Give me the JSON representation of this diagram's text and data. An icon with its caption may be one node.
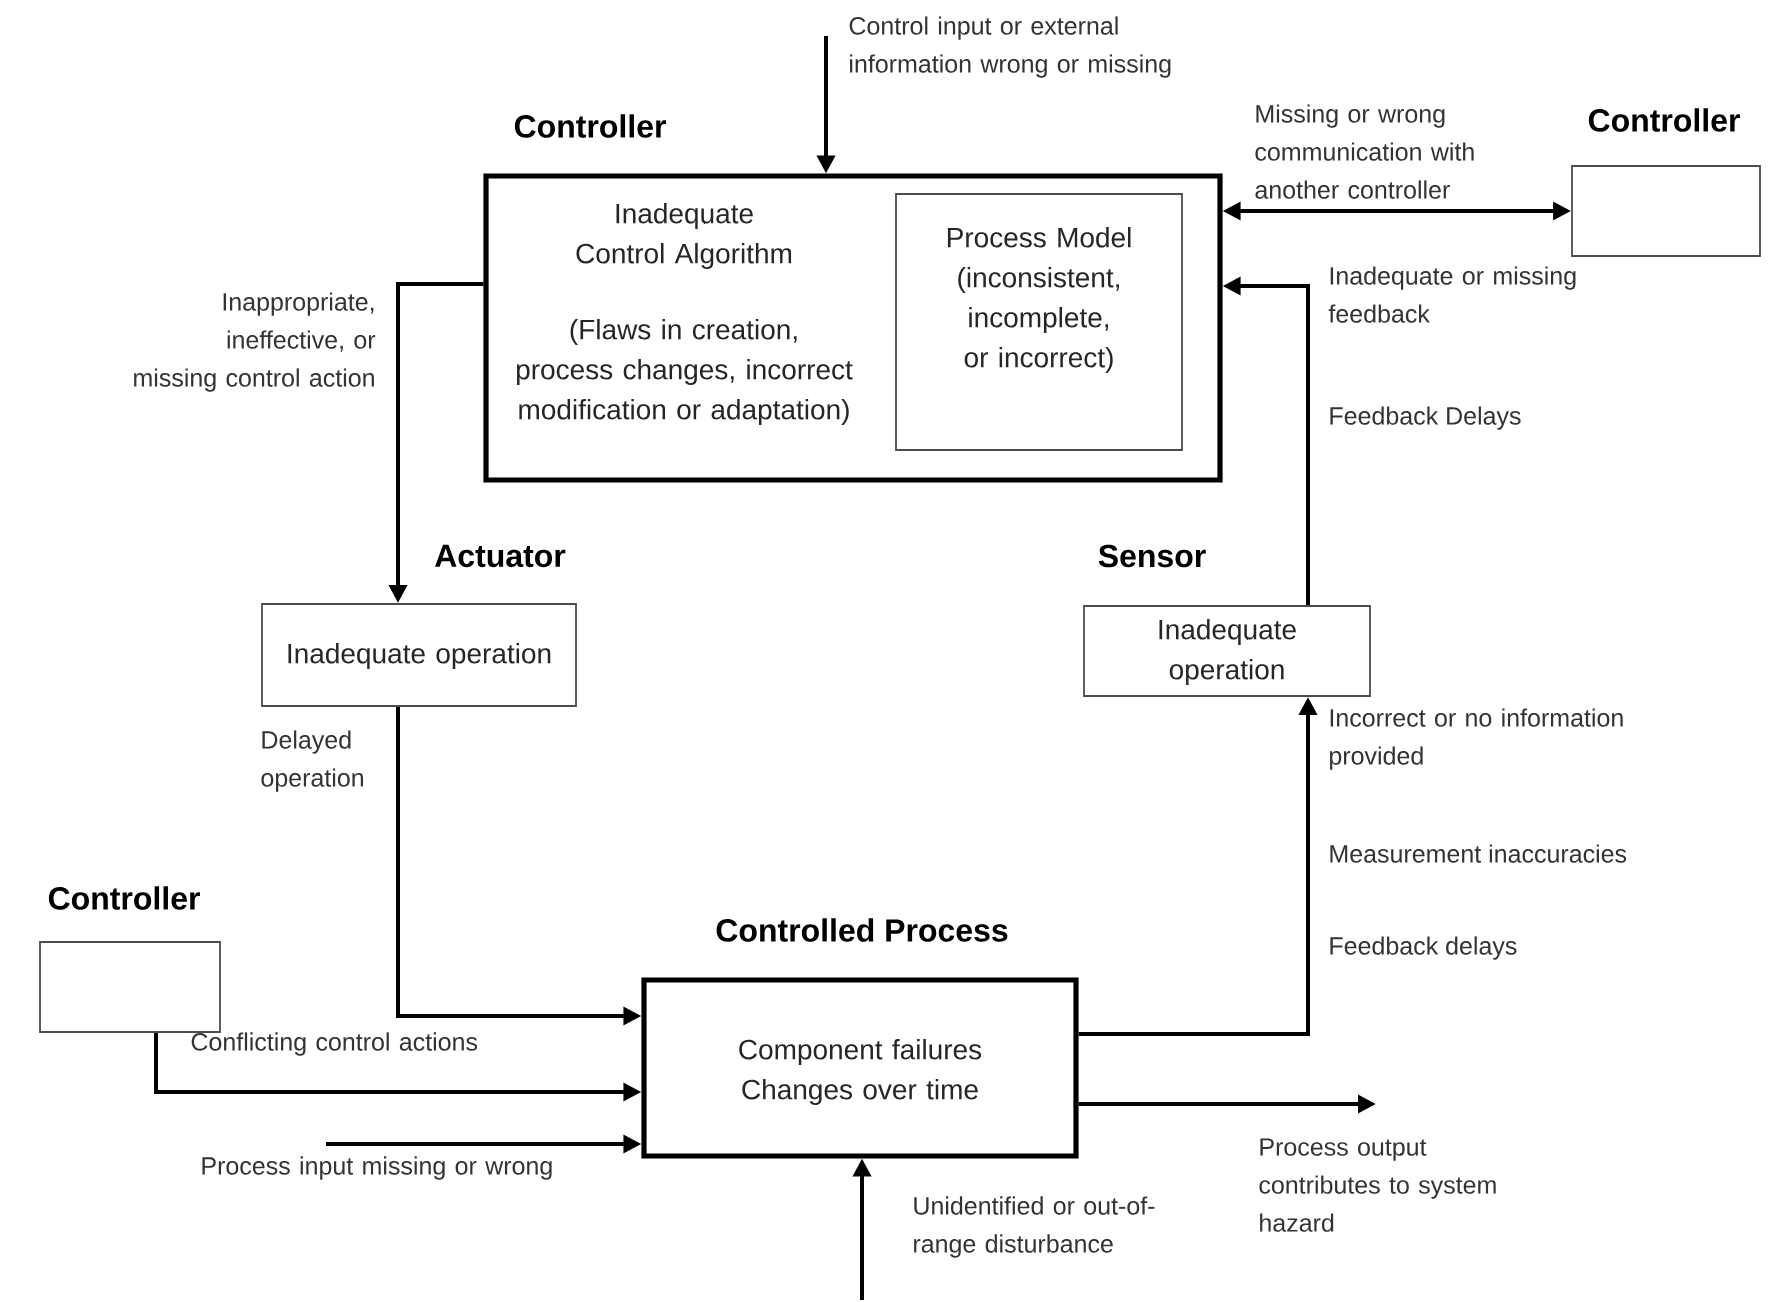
{
  "diagram": {
    "nodes": [
      {
        "text": [
          "Controller",
          "Inadequate Control Algorithm",
          "(Flaws in creation, process changes, incorrect modification or adaptation)"
        ]
      },
      {
        "text": [
          "Process Model (inconsistent, incomplete, or incorrect)"
        ],
        "in": 0
      },
      {
        "text": [
          "Controller"
        ]
      },
      {
        "text": [
          "Actuator",
          "Inadequate operation"
        ]
      },
      {
        "text": [
          "Sensor",
          "Inadequate operation"
        ]
      },
      {
        "text": [
          "Controller"
        ]
      },
      {
        "text": [
          "Controlled Process",
          "Component failures Changes over time"
        ]
      }
    ],
    "edges": [
      {
        "from": null,
        "to": 0,
        "arrow": "to",
        "label": "Control input or external information wrong or missing"
      },
      {
        "from": 0,
        "to": 2,
        "arrow": "both",
        "label": "Missing or wrong communication with another controller"
      },
      {
        "from": 4,
        "to": 0,
        "arrow": "to",
        "label": "Inadequate or missing feedback"
      },
      {
        "from": 0,
        "to": 3,
        "arrow": "to",
        "label": "Inappropriate, ineffective, or missing control action"
      },
      {
        "from": 3,
        "to": 6,
        "arrow": "to",
        "label": "Delayed operation"
      },
      {
        "from": 5,
        "to": 6,
        "arrow": "to",
        "label": "Conflicting control actions"
      },
      {
        "from": null,
        "to": 6,
        "arrow": "to",
        "label": "Process input missing or wrong"
      },
      {
        "from": null,
        "to": 6,
        "arrow": "to",
        "label": "Unidentified or out-of-range disturbance"
      },
      {
        "from": 6,
        "to": 4,
        "arrow": "to",
        "label": "Incorrect or no information provided"
      },
      {
        "from": 6,
        "to": null,
        "arrow": "to",
        "label": "Process output contributes to system hazard"
      }
    ],
    "labels": [
      "Feedback Delays",
      "Measurement inaccuracies",
      "Feedback delays"
    ]
  }
}
